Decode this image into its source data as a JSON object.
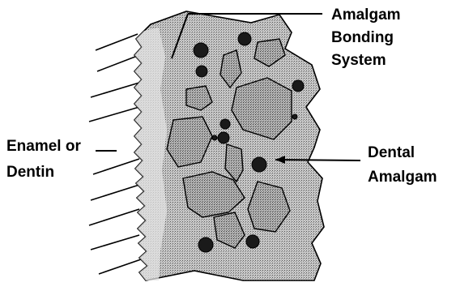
{
  "labels": {
    "bonding_line1": "Amalgam",
    "bonding_line2": "Bonding",
    "bonding_line3": "System",
    "tooth_line1": "Enamel or",
    "tooth_line2": "Dentin",
    "amalgam_line1": "Dental",
    "amalgam_line2": "Amalgam"
  }
}
